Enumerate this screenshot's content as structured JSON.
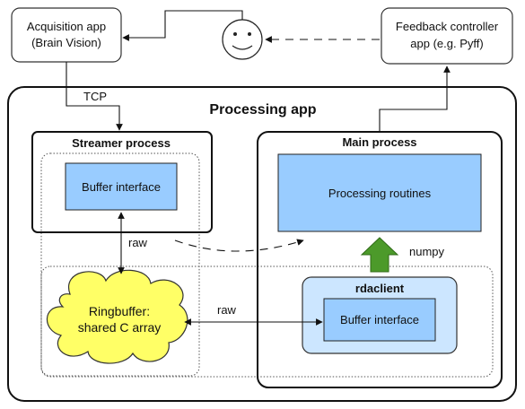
{
  "acquisition_app": {
    "line1": "Acquisition app",
    "line2": "(Brain Vision)"
  },
  "feedback_app": {
    "line1": "Feedback controller",
    "line2": "app (e.g. Pyff)"
  },
  "tcp_label": "TCP",
  "processing_app": {
    "title": "Processing app"
  },
  "streamer_process": {
    "title": "Streamer process",
    "buffer_interface": "Buffer interface"
  },
  "main_process": {
    "title": "Main process",
    "routines": "Processing routines"
  },
  "raw_label_streamer": "raw",
  "raw_label_ring": "raw",
  "numpy_label": "numpy",
  "ringbuffer": {
    "line1": "Ringbuffer:",
    "line2": "shared C array"
  },
  "rdaclient": {
    "title": "rdaclient",
    "buffer_interface": "Buffer interface"
  },
  "icons": {
    "user": "smiley-face-icon"
  },
  "colors": {
    "box_blue": "#99ccff",
    "rdaclient_bg": "#cce6ff",
    "ringbuffer": "#ffff66",
    "arrow_green": "#4c9a2a"
  }
}
